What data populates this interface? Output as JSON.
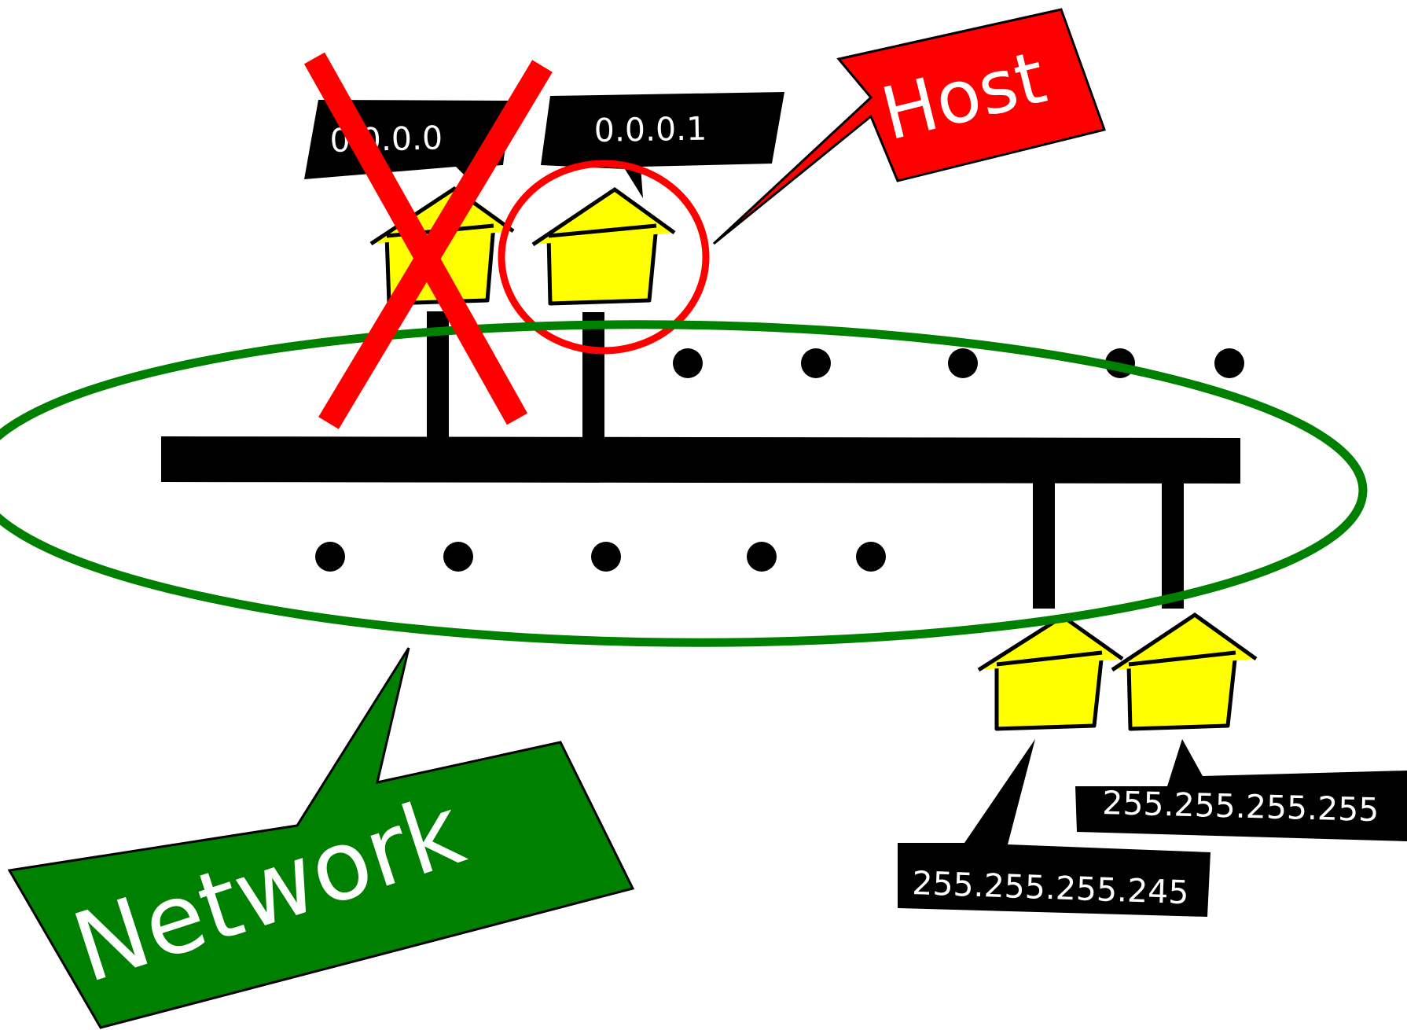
{
  "colors": {
    "background": "#ffffff",
    "bus": "#000000",
    "house_fill": "#ffff00",
    "house_outline": "#000000",
    "label_background": "#000000",
    "label_text": "#ffffff",
    "network_accent": "#008000",
    "host_accent": "#ff0000",
    "cross_out": "#ff0000"
  },
  "labels": {
    "first_address": "0.0.0.0",
    "second_address": "0.0.0.1",
    "second_last_address": "255.255.255.245",
    "last_address": "255.255.255.255"
  },
  "callouts": {
    "host": "Host",
    "network": "Network"
  },
  "icons": {
    "house": "house-icon",
    "ellipsis": "ellipsis-dot",
    "cross": "cross-out-icon"
  }
}
